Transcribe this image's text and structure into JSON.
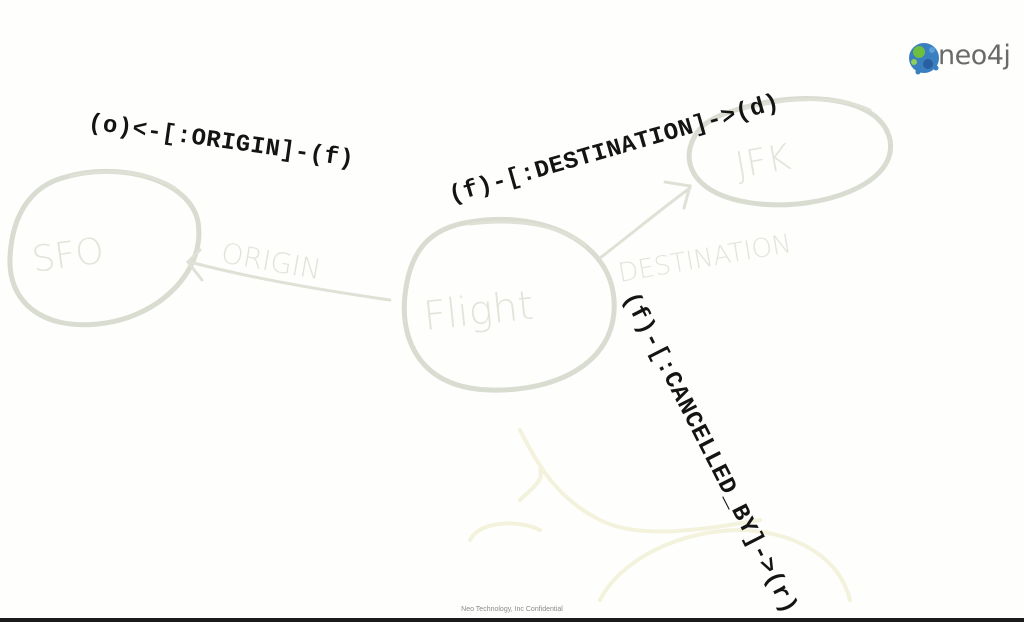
{
  "nodes": {
    "sfo": "SFO",
    "flight": "Flight",
    "jfk": "JFK"
  },
  "edge_labels": {
    "origin": "ORIGIN",
    "destination": "DESTINATION"
  },
  "cypher": {
    "origin": "(o)<-[:ORIGIN]-(f)",
    "destination": "(f)-[:DESTINATION]->(d)",
    "cancelled_by": "(f)-[:CANCELLED_BY]->(r)"
  },
  "logo": {
    "text": "neo4j",
    "icon": "neo4j-graph-icon"
  },
  "footer": "Neo Technology, Inc Confidential"
}
